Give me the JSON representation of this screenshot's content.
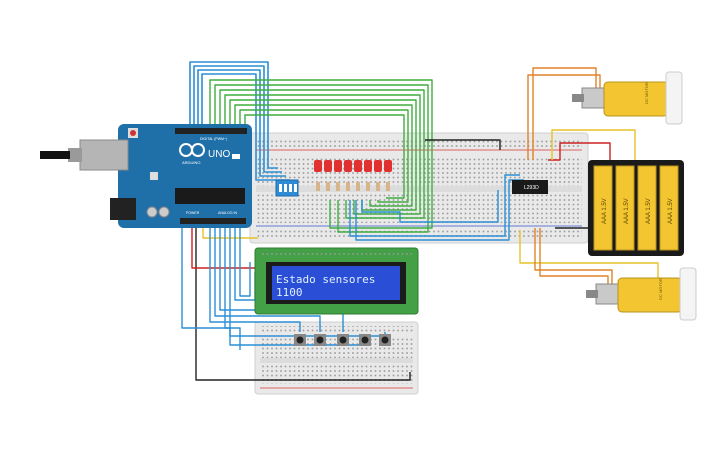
{
  "arduino": {
    "brand": "UNO",
    "maker": "ARDUINO",
    "digital_label": "DIGITAL (PWM~)",
    "power_label": "POWER",
    "analog_label": "ANALOG IN"
  },
  "lcd": {
    "line1": "Estado sensores",
    "line2": "1100"
  },
  "driver_chip": {
    "label": "L293D"
  },
  "battery_pack": {
    "cell_label": "AAA 1.5V"
  },
  "motors": {
    "top_label": "DC MOTOR",
    "bottom_label": "DC MOTOR"
  },
  "colors": {
    "wire_blue": "#2a8fd6",
    "wire_green": "#3fae3f",
    "wire_orange": "#e0822a",
    "wire_yellow": "#e6c22a",
    "wire_black": "#222222",
    "wire_red": "#cc2222",
    "arduino_board": "#1f6fa8",
    "breadboard": "#e9e9e9",
    "lcd_backlight": "#43a047",
    "lcd_screen": "#2a4fd6",
    "led_red": "#e03030",
    "dip_switch": "#2e8bd6",
    "battery": "#f2c531"
  }
}
